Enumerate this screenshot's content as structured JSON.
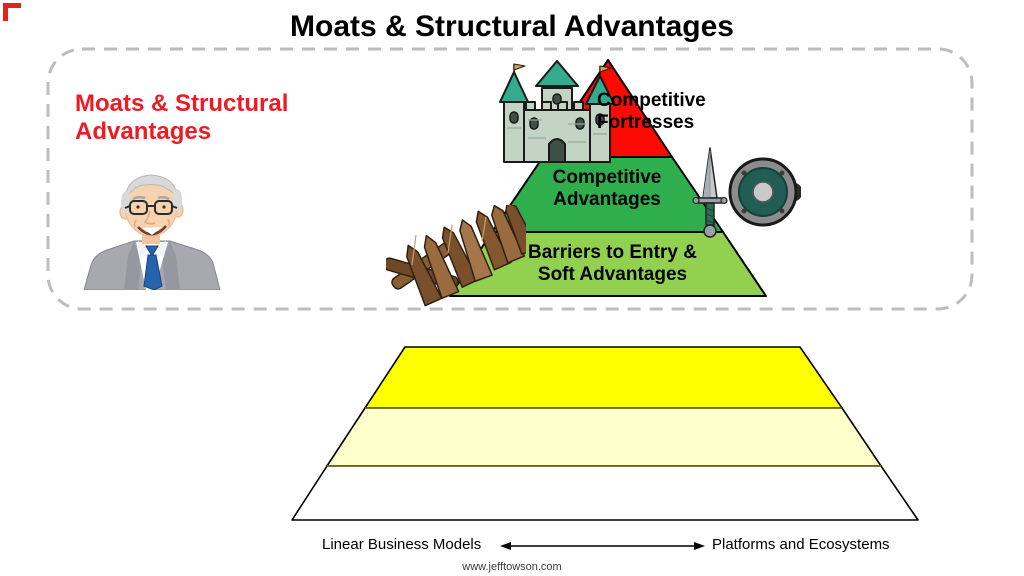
{
  "page": {
    "title": "Moats & Structural Advantages",
    "footer": "www.jefftowson.com"
  },
  "colors": {
    "title_text": "#000000",
    "heading_red": "#ed1c24",
    "dashed_border": "#bdbdbd",
    "corner_mark": "#e2231a",
    "pyramid_outline": "#000000",
    "spectrum_outline": "#000000",
    "spectrum_divider": "#77771f",
    "footer_text": "#3d3d3d"
  },
  "moats_panel": {
    "heading": "Moats & Structural Advantages",
    "portrait_icon": "warren-buffett-cartoon"
  },
  "pyramid": {
    "levels": [
      {
        "label": "Competitive Fortresses",
        "color": "#fa0a00"
      },
      {
        "label": "Competitive Advantages",
        "color": "#2fae4d"
      },
      {
        "label": "Barriers to Entry & Soft Advantages",
        "color": "#92d050"
      }
    ],
    "decoration_icons": [
      "castle-icon",
      "sword-icon",
      "shield-icon",
      "palisade-icon"
    ]
  },
  "spectrum": {
    "bands": [
      {
        "color": "#ffff00"
      },
      {
        "color": "#ffffcc"
      },
      {
        "color": "#ffffff"
      }
    ],
    "left_label": "Linear Business Models",
    "right_label": "Platforms and Ecosystems"
  }
}
